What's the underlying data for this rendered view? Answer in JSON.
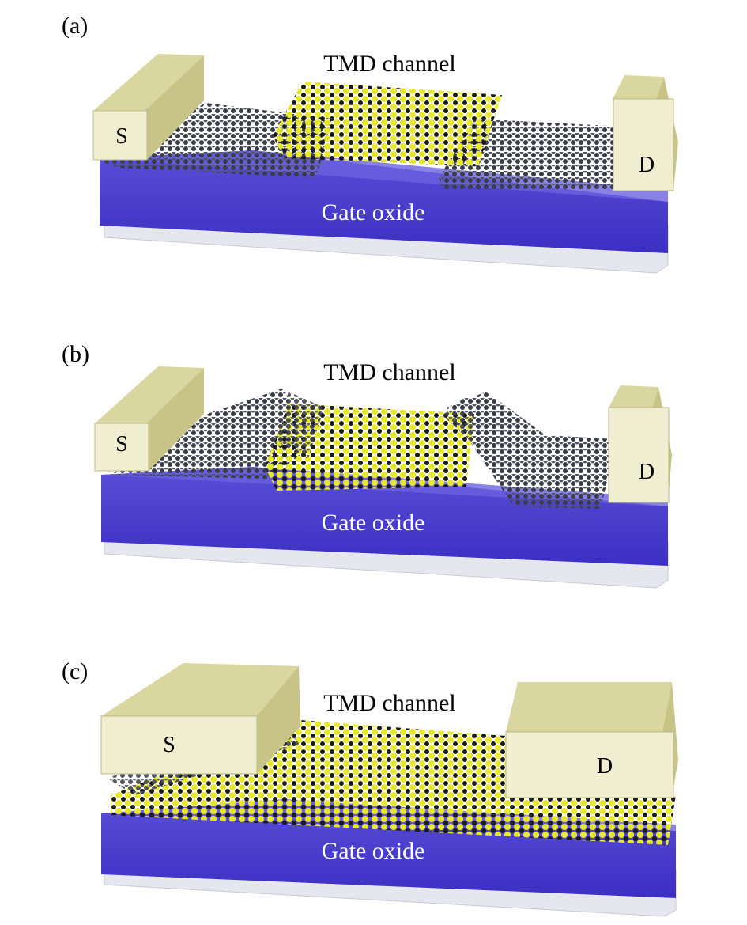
{
  "panels": [
    {
      "tag": "(a)",
      "channel_label": "TMD channel",
      "source_label": "S",
      "drain_label": "D",
      "oxide_label": "Gate oxide"
    },
    {
      "tag": "(b)",
      "channel_label": "TMD channel",
      "source_label": "S",
      "drain_label": "D",
      "oxide_label": "Gate oxide"
    },
    {
      "tag": "(c)",
      "channel_label": "TMD channel",
      "source_label": "S",
      "drain_label": "D",
      "oxide_label": "Gate oxide"
    }
  ],
  "colors": {
    "oxide_top": "#5a4fd6",
    "oxide_front": "#3b2fc4",
    "substrate": "#e6e6ee",
    "contact_front": "#f0eed0",
    "contact_top": "#d9d6a0",
    "contact_side": "#c8c488",
    "graphene_atom": "#3a3d48",
    "tmd_metal": "#1a1a1a",
    "tmd_chalcogen": "#e8e82a"
  }
}
